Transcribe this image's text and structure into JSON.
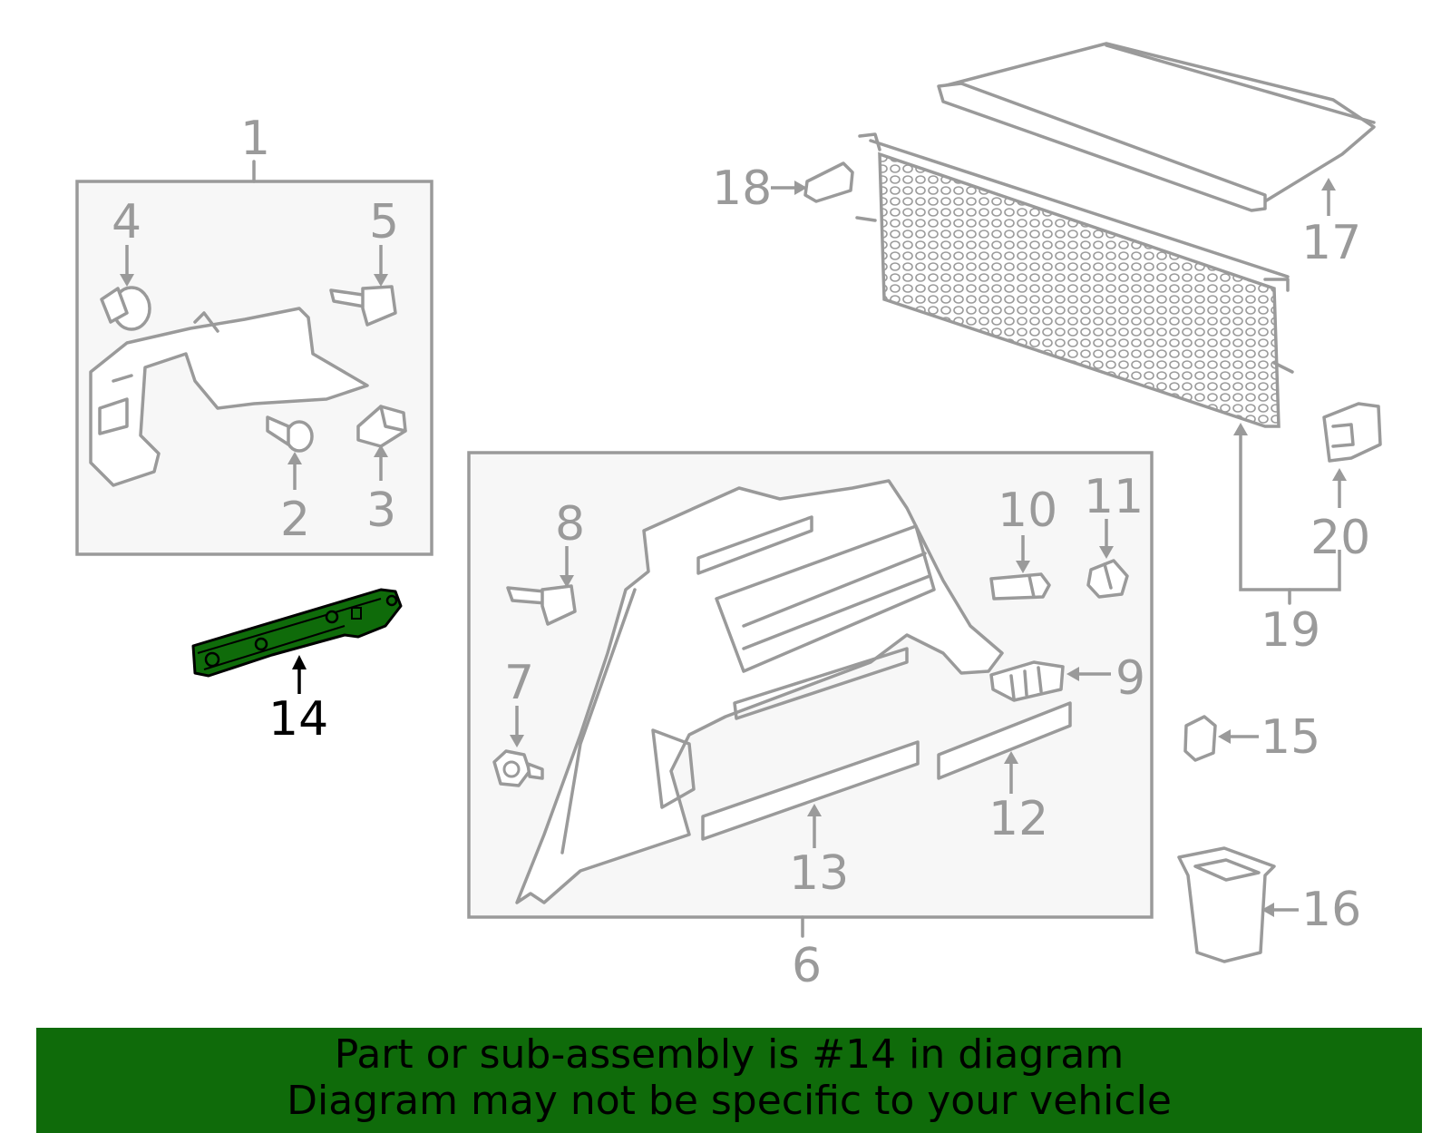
{
  "diagram": {
    "highlighted_part": "14",
    "highlight_color": "#0f6b0a",
    "line_color": "#9a9a9a",
    "callouts": [
      "1",
      "2",
      "3",
      "4",
      "5",
      "6",
      "7",
      "8",
      "9",
      "10",
      "11",
      "12",
      "13",
      "14",
      "15",
      "16",
      "17",
      "18",
      "19",
      "20"
    ]
  },
  "banner": {
    "line1": "Part or sub-assembly is #14 in diagram",
    "line2": "Diagram may not be specific to your vehicle",
    "background": "#0f6b0a"
  }
}
